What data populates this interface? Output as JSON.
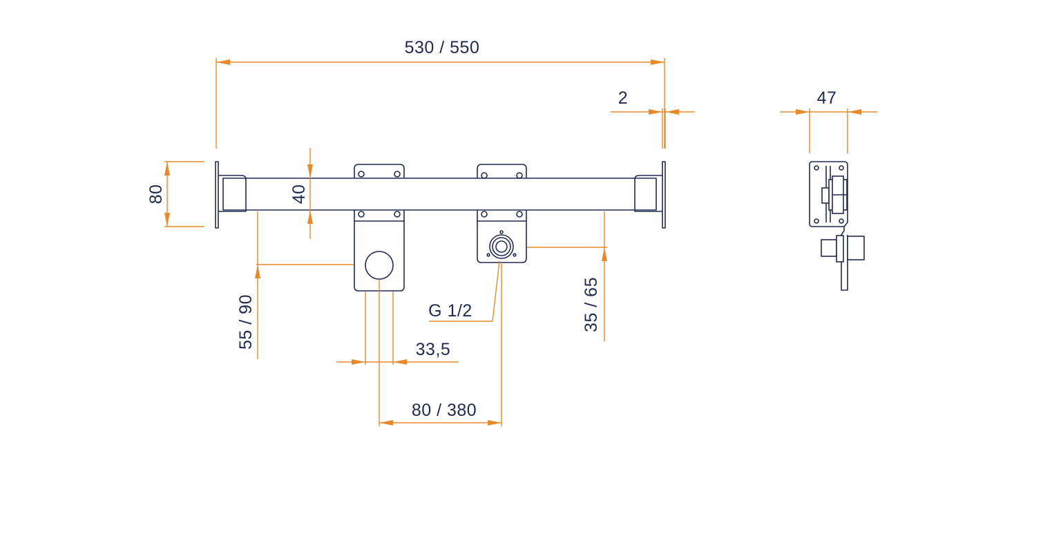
{
  "colors": {
    "part_stroke": "#1f2a52",
    "dimension_lines": "#e8892b",
    "dimension_text": "#1f2a52",
    "background": "#ffffff"
  },
  "dimensions": {
    "overall_width": "530 / 550",
    "flange_thickness": "2",
    "side_depth": "47",
    "bracket_height": "80",
    "bar_height": "40",
    "left_outlet_offset": "55 / 90",
    "right_outlet_offset": "35 / 65",
    "thread": "G 1/2",
    "outlet_diameter": "33,5",
    "outlet_spacing": "80 / 380"
  }
}
